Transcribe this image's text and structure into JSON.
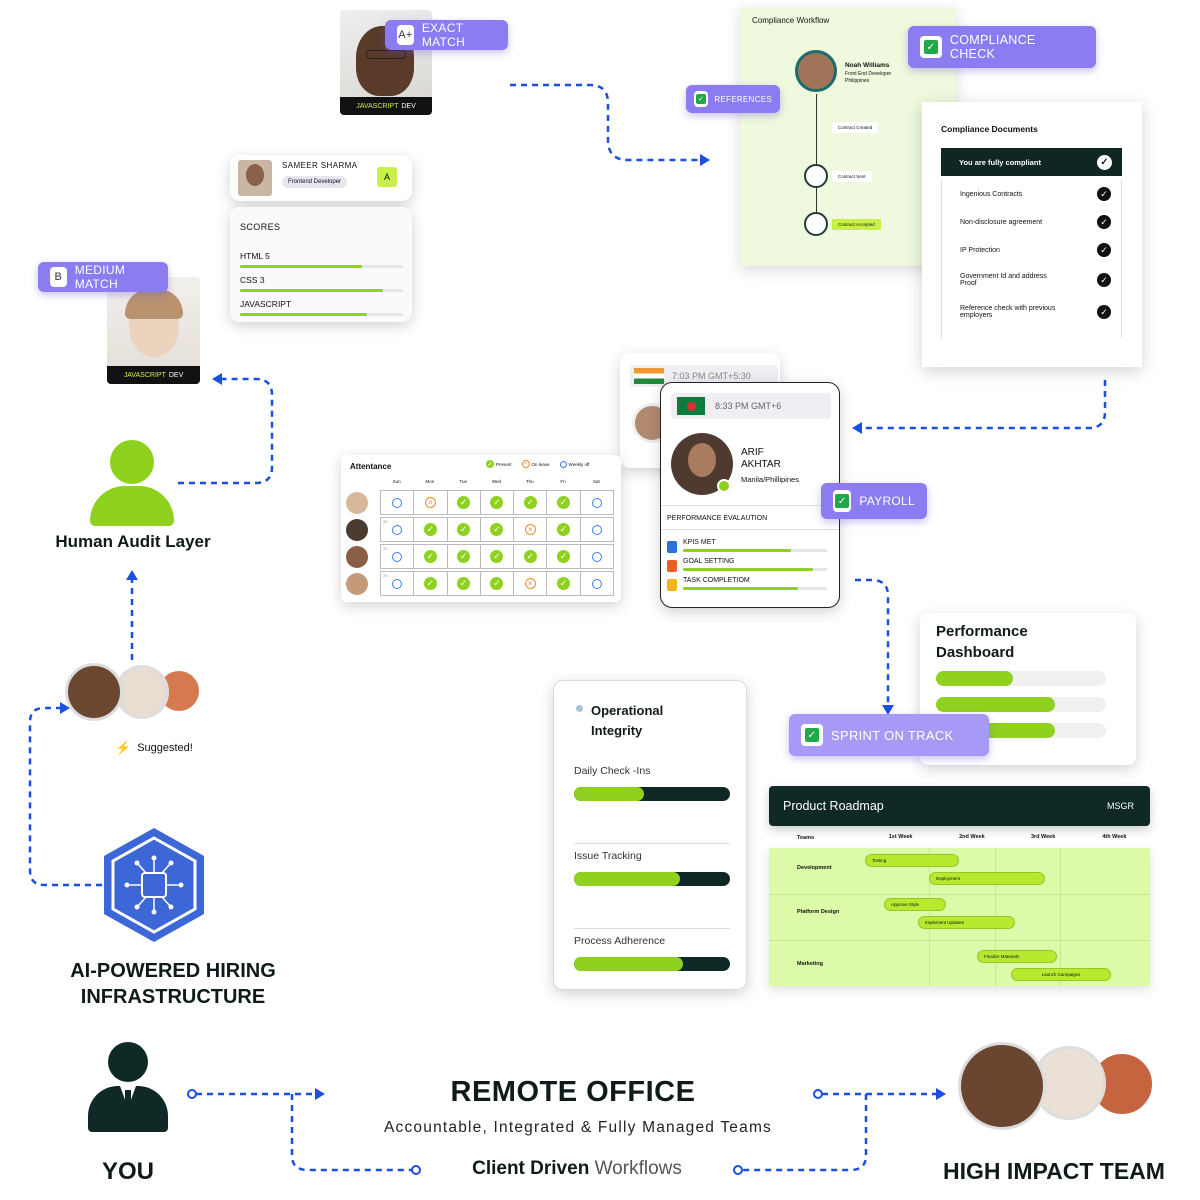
{
  "exact_match": {
    "badge_letter": "A+",
    "badge_label": "EXACT MATCH",
    "role": "JAVASCRIPT",
    "role_suffix": "DEV"
  },
  "candidate_card": {
    "name": "SAMEER SHARMA",
    "title": "Frontend Developer",
    "grade": "A"
  },
  "scores": {
    "title": "SCORES",
    "items": [
      {
        "label": "HTML 5",
        "value": 0.75
      },
      {
        "label": "CSS 3",
        "value": 0.88
      },
      {
        "label": "JAVASCRIPT",
        "value": 0.78
      }
    ]
  },
  "medium_match": {
    "badge_letter": "B",
    "badge_label": "MEDIUM MATCH",
    "role": "JAVASCRIPT",
    "role_suffix": "DEV"
  },
  "human_audit": {
    "label": "Human Audit Layer"
  },
  "suggested": {
    "label": "Suggested!"
  },
  "ai_infra": {
    "line1": "AI-POWERED HIRING",
    "line2": "INFRASTRUCTURE"
  },
  "compliance_workflow": {
    "title": "Compliance Workflow",
    "person_name": "Noah Williams",
    "person_title": "Front End Developer",
    "person_location": "Philippines",
    "steps": [
      "Contract Created",
      "Contract Sent",
      "Contract Accepted"
    ]
  },
  "compliance_check": {
    "label": "COMPLIANCE CHECK"
  },
  "references": {
    "label": "REFERENCES"
  },
  "compliance_docs": {
    "title": "Compliance Documents",
    "header": "You are fully compliant",
    "items": [
      "Ingenious Contracts",
      "Non-disclosure agreement",
      "IP Protection",
      "Government Id and address Proof",
      "Reference check with previous employers"
    ]
  },
  "time_back": {
    "time": "7:03 PM GMT+5:30"
  },
  "time_front": {
    "time": "8:33 PM GMT+6"
  },
  "employee": {
    "first": "ARIF",
    "last": "AKHTAR",
    "location": "Manila/Phillipines",
    "section": "PERFORMANCE EVALAUTION",
    "metrics": [
      {
        "label": "KPIS MET",
        "value": 0.75
      },
      {
        "label": "GOAL SETTING",
        "value": 0.9
      },
      {
        "label": "TASK COMPLETIOM",
        "value": 0.8
      }
    ]
  },
  "payroll": {
    "label": "PAYROLL"
  },
  "attendance": {
    "title": "Attentance",
    "legend": [
      "Present",
      "On leave",
      "Weekly off"
    ],
    "days": [
      "Sun",
      "Mon",
      "Tue",
      "Wed",
      "Thu",
      "Fri",
      "Sat"
    ],
    "rows": [
      {
        "nums": [
          "",
          "",
          "",
          "",
          "",
          "",
          ""
        ],
        "status": [
          "off",
          "leave",
          "present",
          "present",
          "present",
          "present",
          "off"
        ]
      },
      {
        "nums": [
          "25",
          "",
          "",
          "",
          "",
          "",
          ""
        ],
        "status": [
          "off",
          "present",
          "present",
          "present",
          "leave",
          "present",
          "off"
        ]
      },
      {
        "nums": [
          "25",
          "",
          "",
          "",
          "",
          "",
          ""
        ],
        "status": [
          "off",
          "present",
          "present",
          "present",
          "present",
          "present",
          "off"
        ]
      },
      {
        "nums": [
          "25",
          "",
          "",
          "",
          "",
          "",
          ""
        ],
        "status": [
          "off",
          "present",
          "present",
          "present",
          "leave",
          "present",
          "off"
        ]
      }
    ]
  },
  "performance_dashboard": {
    "title_line1": "Performance",
    "title_line2": "Dashboard",
    "bars": [
      0.45,
      0.7,
      0.7
    ]
  },
  "sprint": {
    "label": "SPRINT ON TRACK"
  },
  "operational": {
    "title_line1": "Operational",
    "title_line2": "Integrity",
    "items": [
      {
        "label": "Daily Check -Ins",
        "value": 0.45
      },
      {
        "label": "Issue Tracking",
        "value": 0.68
      },
      {
        "label": "Process Adherence",
        "value": 0.7
      }
    ]
  },
  "roadmap": {
    "title": "Product Roadmap",
    "brand": "MSGR",
    "header_teams": "Teams",
    "weeks": [
      "1st Week",
      "2nd Week",
      "3rd Week",
      "4th Week"
    ],
    "rows": [
      {
        "team": "Development",
        "tasks": [
          "Testing",
          "Deployment"
        ]
      },
      {
        "team": "Platform Design",
        "tasks": [
          "Approve Style",
          "Implement Updates"
        ]
      },
      {
        "team": "Marketing",
        "tasks": [
          "Finalize Materials",
          "Launch Campaigns"
        ]
      }
    ]
  },
  "footer": {
    "you": "YOU",
    "remote_title": "REMOTE OFFICE",
    "remote_sub": "Accountable, Integrated & Fully Managed  Teams",
    "client_a": "Client Driven",
    "client_b": "Workflows",
    "team": "HIGH IMPACT TEAM"
  },
  "colors": {
    "accent_green": "#8ed11e",
    "badge_purple": "#8b7cf2",
    "dark_teal": "#0f2a26",
    "connector_blue": "#1a4fe0"
  }
}
